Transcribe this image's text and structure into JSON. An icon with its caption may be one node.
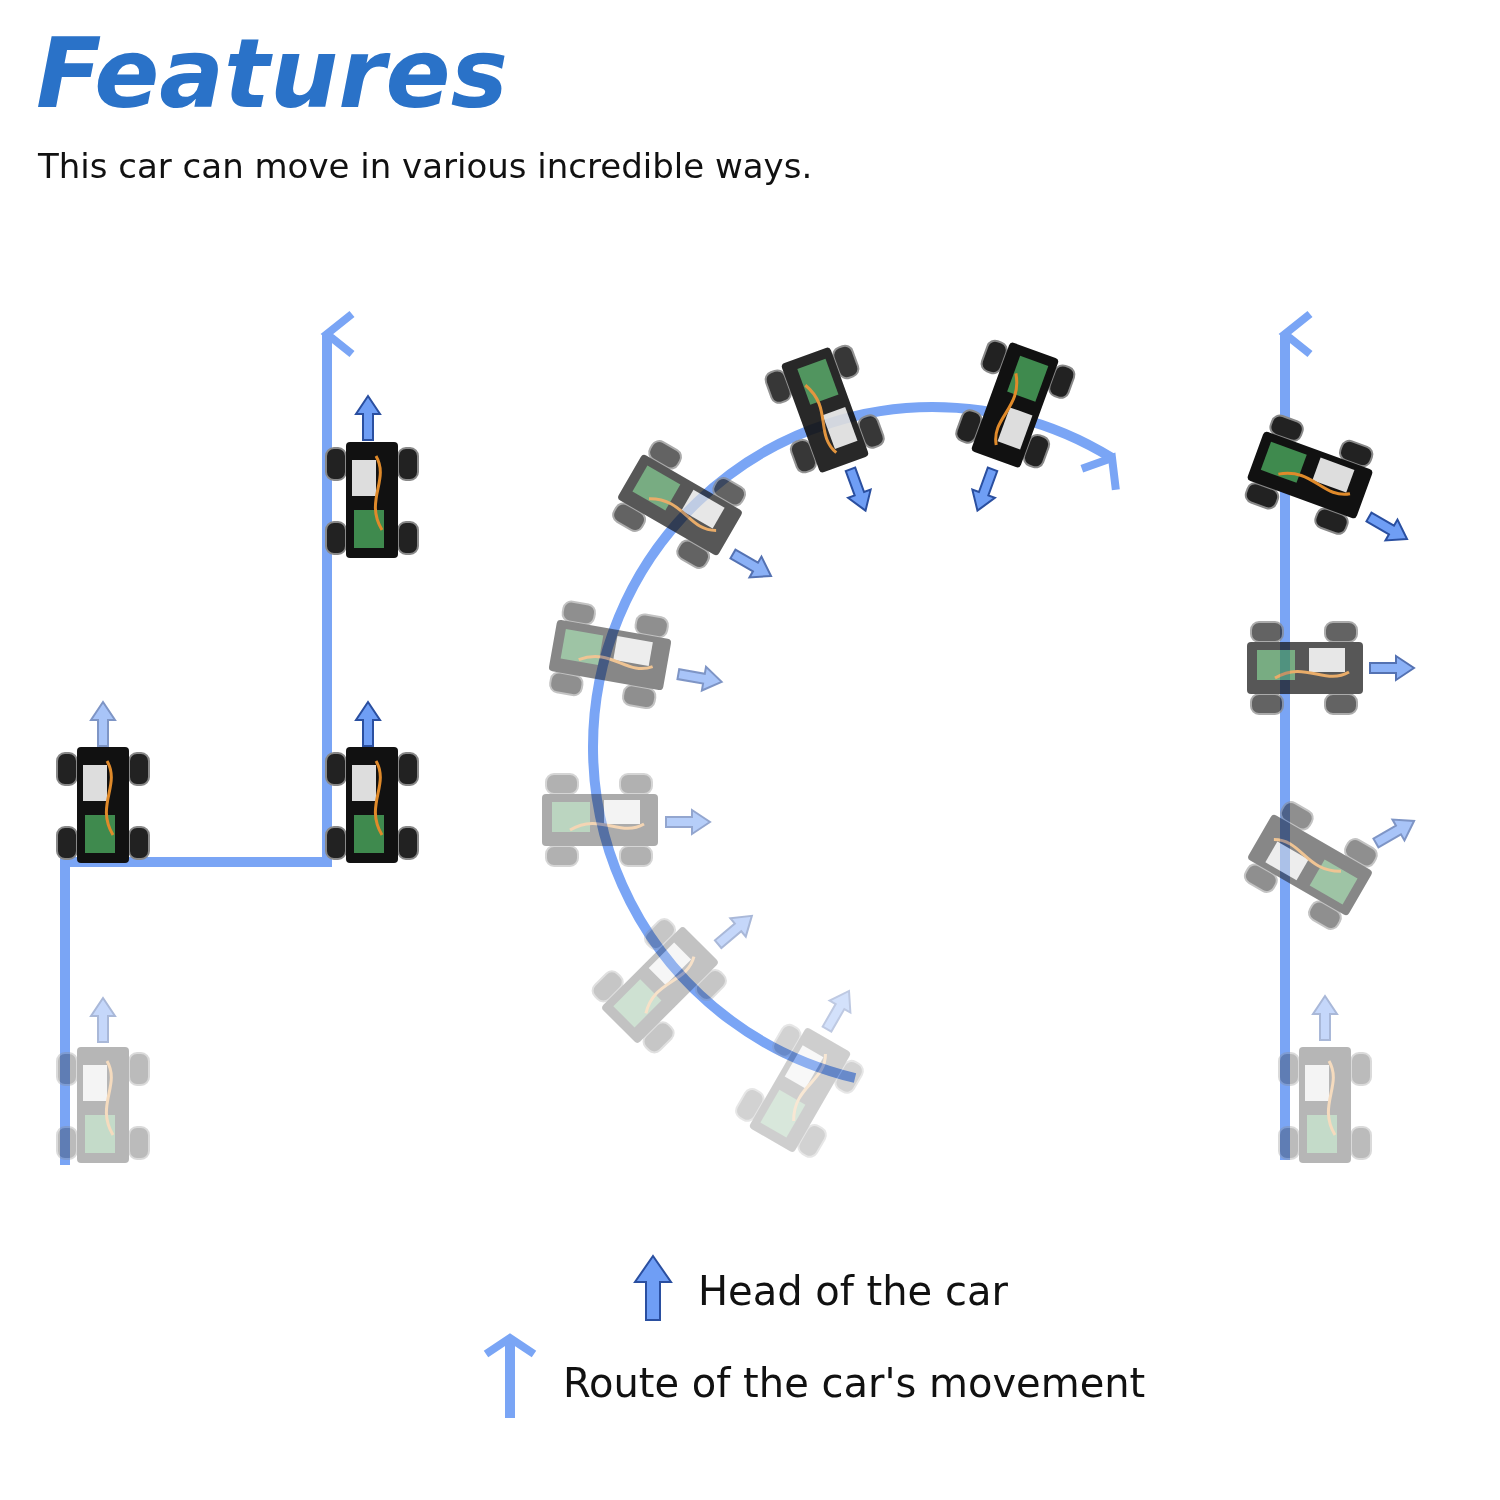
{
  "diagram": {
    "title": "Features",
    "labels": [
      "This car can move in various incredible ways."
    ],
    "legend": [
      {
        "text": "Head of the car"
      },
      {
        "text": "Route of the car's movement"
      }
    ]
  }
}
